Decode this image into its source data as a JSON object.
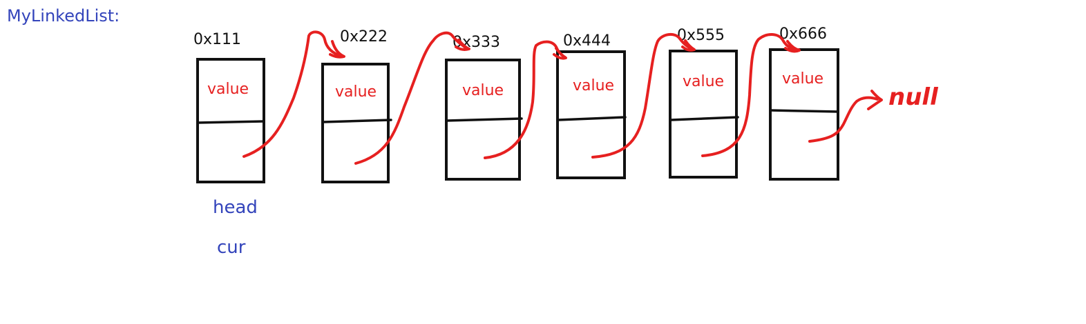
{
  "title": "MyLinkedList:",
  "nodes": [
    {
      "address": "0x111",
      "value_label": "value"
    },
    {
      "address": "0x222",
      "value_label": "value"
    },
    {
      "address": "0x333",
      "value_label": "value"
    },
    {
      "address": "0x444",
      "value_label": "value"
    },
    {
      "address": "0x555",
      "value_label": "value"
    },
    {
      "address": "0x666",
      "value_label": "value"
    }
  ],
  "pointers": {
    "head": "head",
    "cur": "cur"
  },
  "terminal": "null",
  "colors": {
    "title": "#3344bb",
    "link": "#e62020",
    "box": "#111111",
    "pointer": "#3344bb"
  }
}
